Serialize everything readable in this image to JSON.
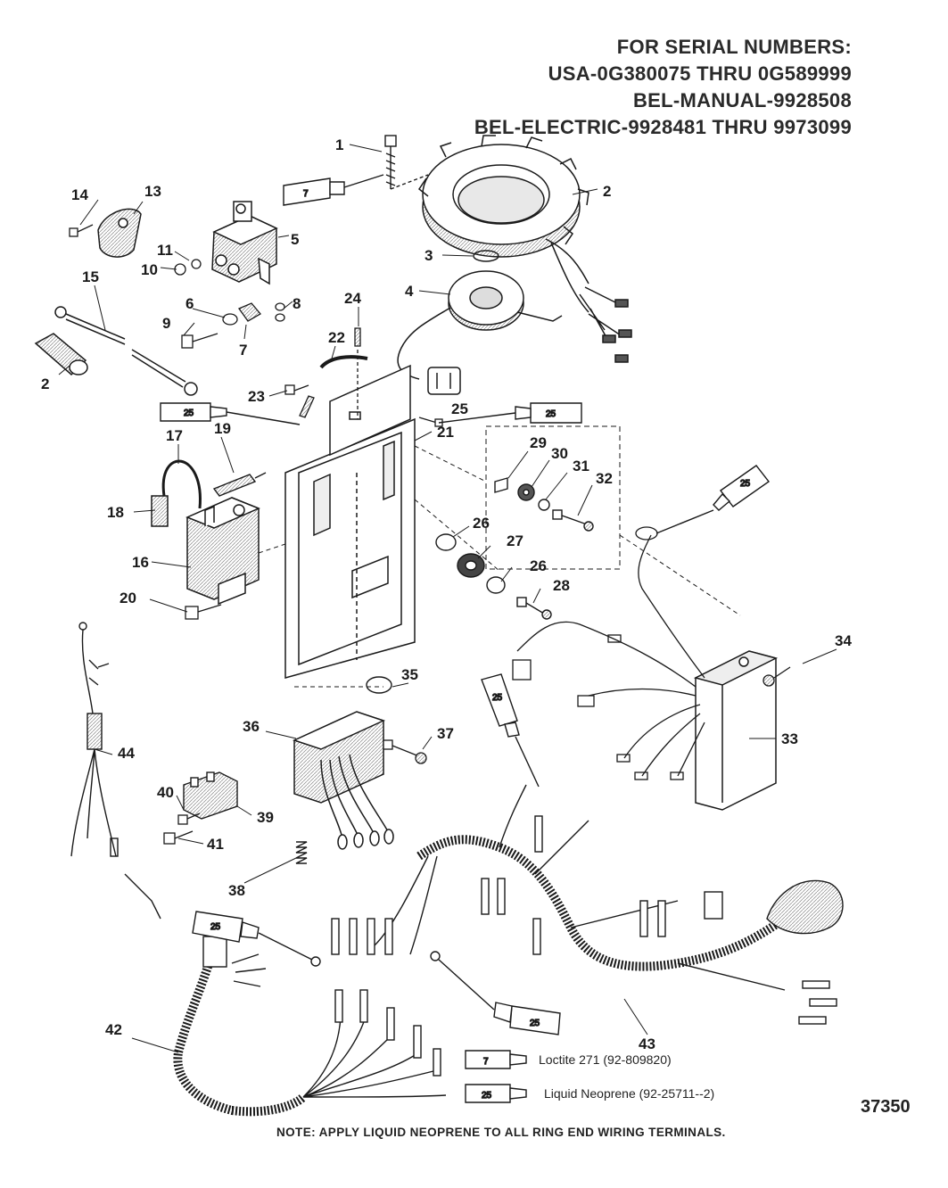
{
  "header": {
    "line1": "FOR SERIAL NUMBERS:",
    "line2": "USA-0G380075 THRU 0G589999",
    "line3": "BEL-MANUAL-9928508",
    "line4": "BEL-ELECTRIC-9928481 THRU 9973099"
  },
  "legend": [
    {
      "tube": "7",
      "text": "Loctite 271 (92-809820)"
    },
    {
      "tube": "25",
      "text": "Liquid Neoprene (92-25711--2)"
    }
  ],
  "tube_labels": {
    "loctite": "7",
    "neoprene": "25"
  },
  "figure_number": "37350",
  "note": "NOTE: APPLY LIQUID NEOPRENE TO ALL RING END WIRING TERMINALS.",
  "callouts": {
    "c1": "1",
    "c2a": "2",
    "c2b": "2",
    "c3": "3",
    "c4": "4",
    "c5": "5",
    "c6": "6",
    "c7": "7",
    "c8": "8",
    "c9": "9",
    "c10": "10",
    "c11": "11",
    "c13": "13",
    "c14": "14",
    "c15": "15",
    "c16": "16",
    "c17": "17",
    "c18": "18",
    "c19": "19",
    "c20": "20",
    "c21": "21",
    "c22": "22",
    "c23": "23",
    "c24": "24",
    "c25": "25",
    "c26a": "26",
    "c26b": "26",
    "c27": "27",
    "c28": "28",
    "c29": "29",
    "c30": "30",
    "c31": "31",
    "c32": "32",
    "c33": "33",
    "c34": "34",
    "c35": "35",
    "c36": "36",
    "c37": "37",
    "c38": "38",
    "c39": "39",
    "c40": "40",
    "c41": "41",
    "c42": "42",
    "c43": "43",
    "c44": "44"
  },
  "colors": {
    "ink": "#1a1a1a",
    "paper": "#ffffff",
    "shade": "#bdbdbd"
  }
}
